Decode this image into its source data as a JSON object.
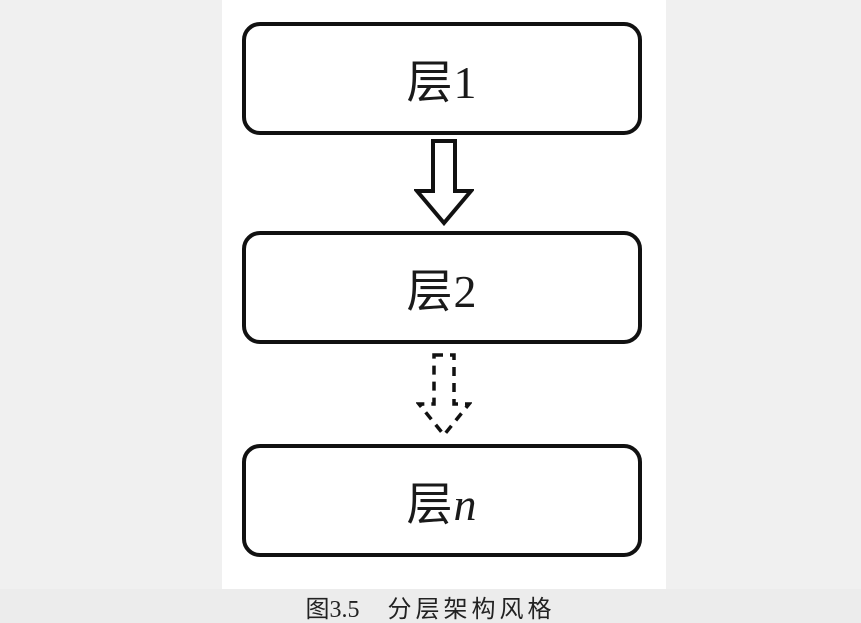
{
  "figure": {
    "layers": [
      {
        "prefix": "层",
        "suffix": "1"
      },
      {
        "prefix": "层",
        "suffix": "2"
      },
      {
        "prefix": "层",
        "suffix": "n"
      }
    ],
    "connectors": [
      {
        "name": "down-arrow-solid",
        "style": "solid"
      },
      {
        "name": "down-arrow-dashed",
        "style": "dashed"
      }
    ],
    "caption": {
      "number": "图3.5",
      "title": "分层架构风格"
    },
    "colors": {
      "page_background": "#f0f0f0",
      "panel_background": "#ffffff",
      "stroke": "#111111",
      "text": "#1a1a1a"
    }
  }
}
